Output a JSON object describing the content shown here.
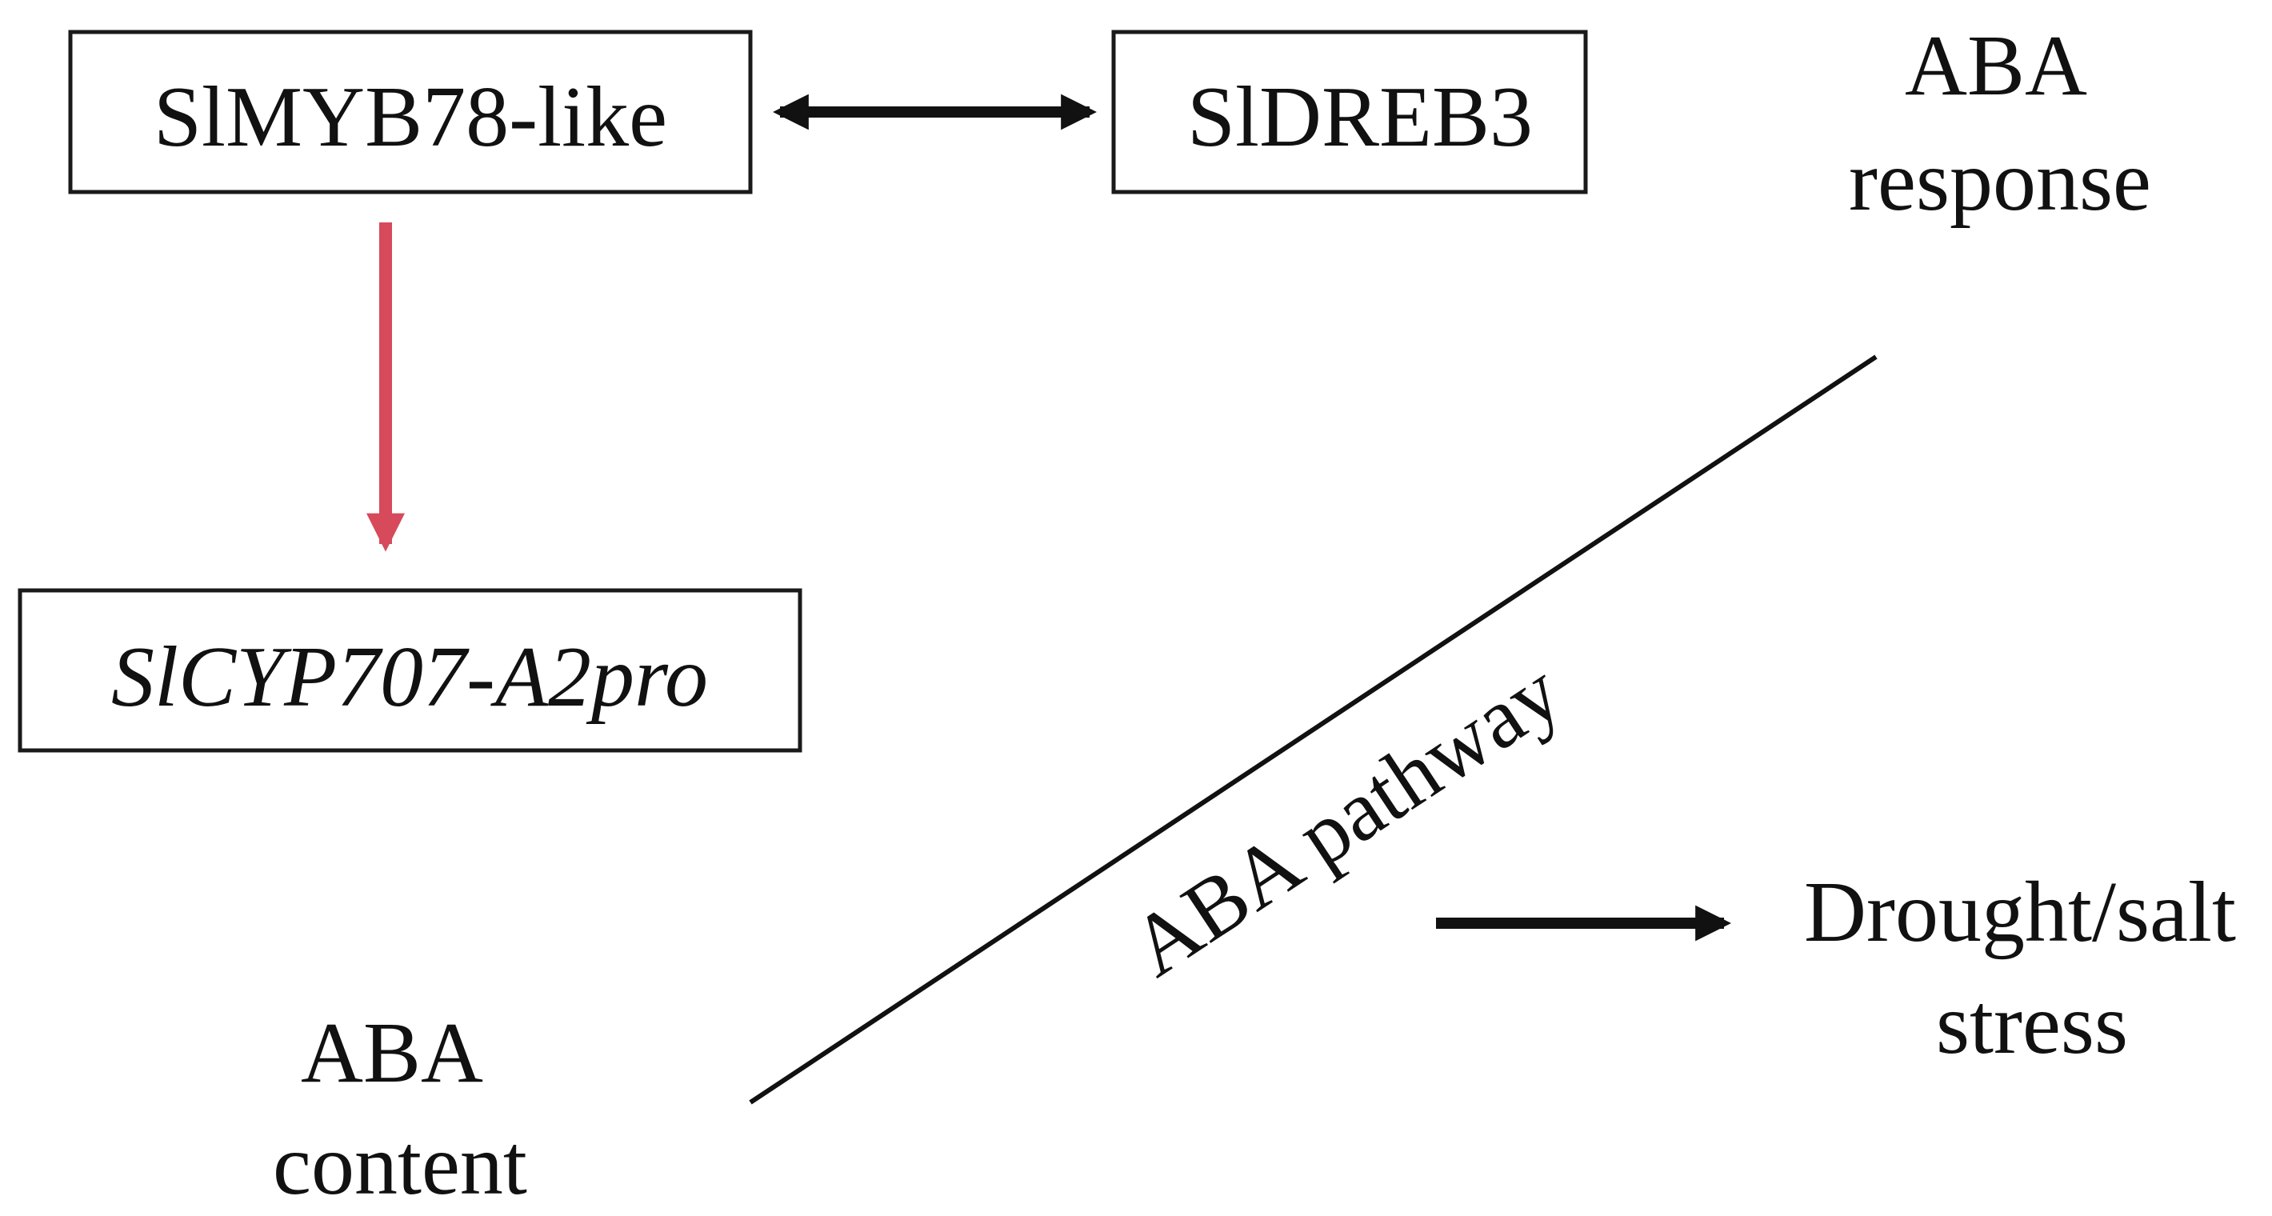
{
  "nodes": {
    "myb78": {
      "label": "SlMYB78-like"
    },
    "dreb3": {
      "label": "SlDREB3"
    },
    "cyp707": {
      "label": "SlCYP707-A2pro"
    }
  },
  "labels": {
    "aba_response": [
      "ABA",
      "response"
    ],
    "aba_content": [
      "ABA",
      "content"
    ],
    "aba_pathway": "ABA pathway",
    "stress": [
      "Drought/salt",
      "stress"
    ]
  },
  "colors": {
    "inhibition_arrow": "#d64a5c",
    "interaction_arrow": "#111111"
  }
}
